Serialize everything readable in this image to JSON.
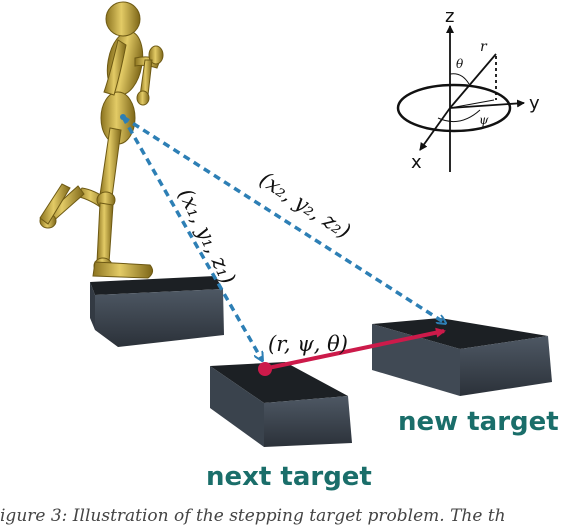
{
  "labels": {
    "target1_vector": "(x₁, y₁, z₁)",
    "target2_vector": "(x₂, y₂, z₂)",
    "relative_vector": "(r, ψ, θ)",
    "next_target": "next target",
    "new_target": "new target"
  },
  "axes": {
    "z": "z",
    "y": "y",
    "x": "x",
    "r": "r",
    "theta": "θ",
    "psi": "ψ"
  },
  "caption": "igure 3: Illustration of the stepping target problem. The th",
  "colors": {
    "dashed_line": "#2d7fb5",
    "target_arrow": "#cc1a4a",
    "target_text": "#1a6e6a",
    "figure_body": "#c9ae47",
    "block_top": "#1e2226",
    "block_side": "#3f4852"
  }
}
